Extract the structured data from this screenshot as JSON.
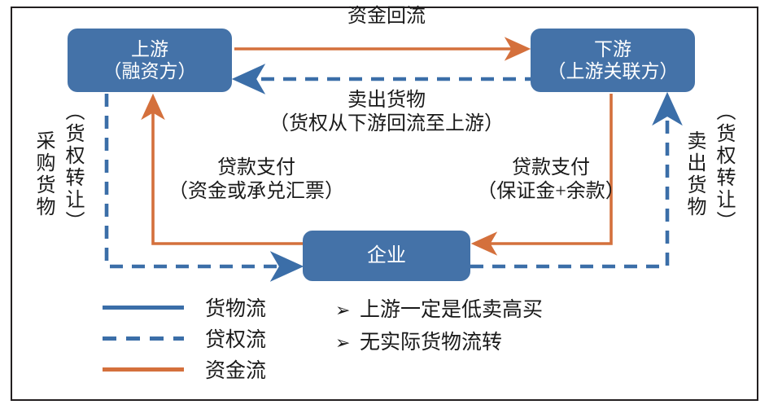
{
  "nodes": {
    "upstream": {
      "line1": "上游",
      "line2": "（融资方）"
    },
    "downstream": {
      "line1": "下游",
      "line2": "（上游关联方）"
    },
    "enterprise": {
      "line1": "企业"
    }
  },
  "labels": {
    "capital_return": "资金回流",
    "sell_goods_line1": "卖出货物",
    "sell_goods_line2": "（货权从下游回流至上游）",
    "loan_payment_left_line1": "贷款支付",
    "loan_payment_left_line2": "（资金或承兑汇票）",
    "loan_payment_right_line1": "贷款支付",
    "loan_payment_right_line2": "（保证金+余款）",
    "left_vertical_a": "采购货物",
    "left_vertical_b": "（货权转让）",
    "right_vertical_a": "卖出货物",
    "right_vertical_b": "（货权转让）"
  },
  "legend": {
    "items": [
      {
        "label": "货物流",
        "style": "solid",
        "color": "#3B6EA8"
      },
      {
        "label": "贷权流",
        "style": "dashed",
        "color": "#3B6EA8"
      },
      {
        "label": "资金流",
        "style": "solid",
        "color": "#D4703C"
      }
    ]
  },
  "bullets": {
    "marker": "➢",
    "items": [
      "上游一定是低卖高买",
      "无实际货物流转"
    ]
  },
  "colors": {
    "node_fill": "#4472A8",
    "goods_flow": "#3B6EA8",
    "credit_flow": "#3B6EA8",
    "capital_flow": "#D4703C",
    "frame": "#231f20",
    "background": "#ffffff"
  }
}
